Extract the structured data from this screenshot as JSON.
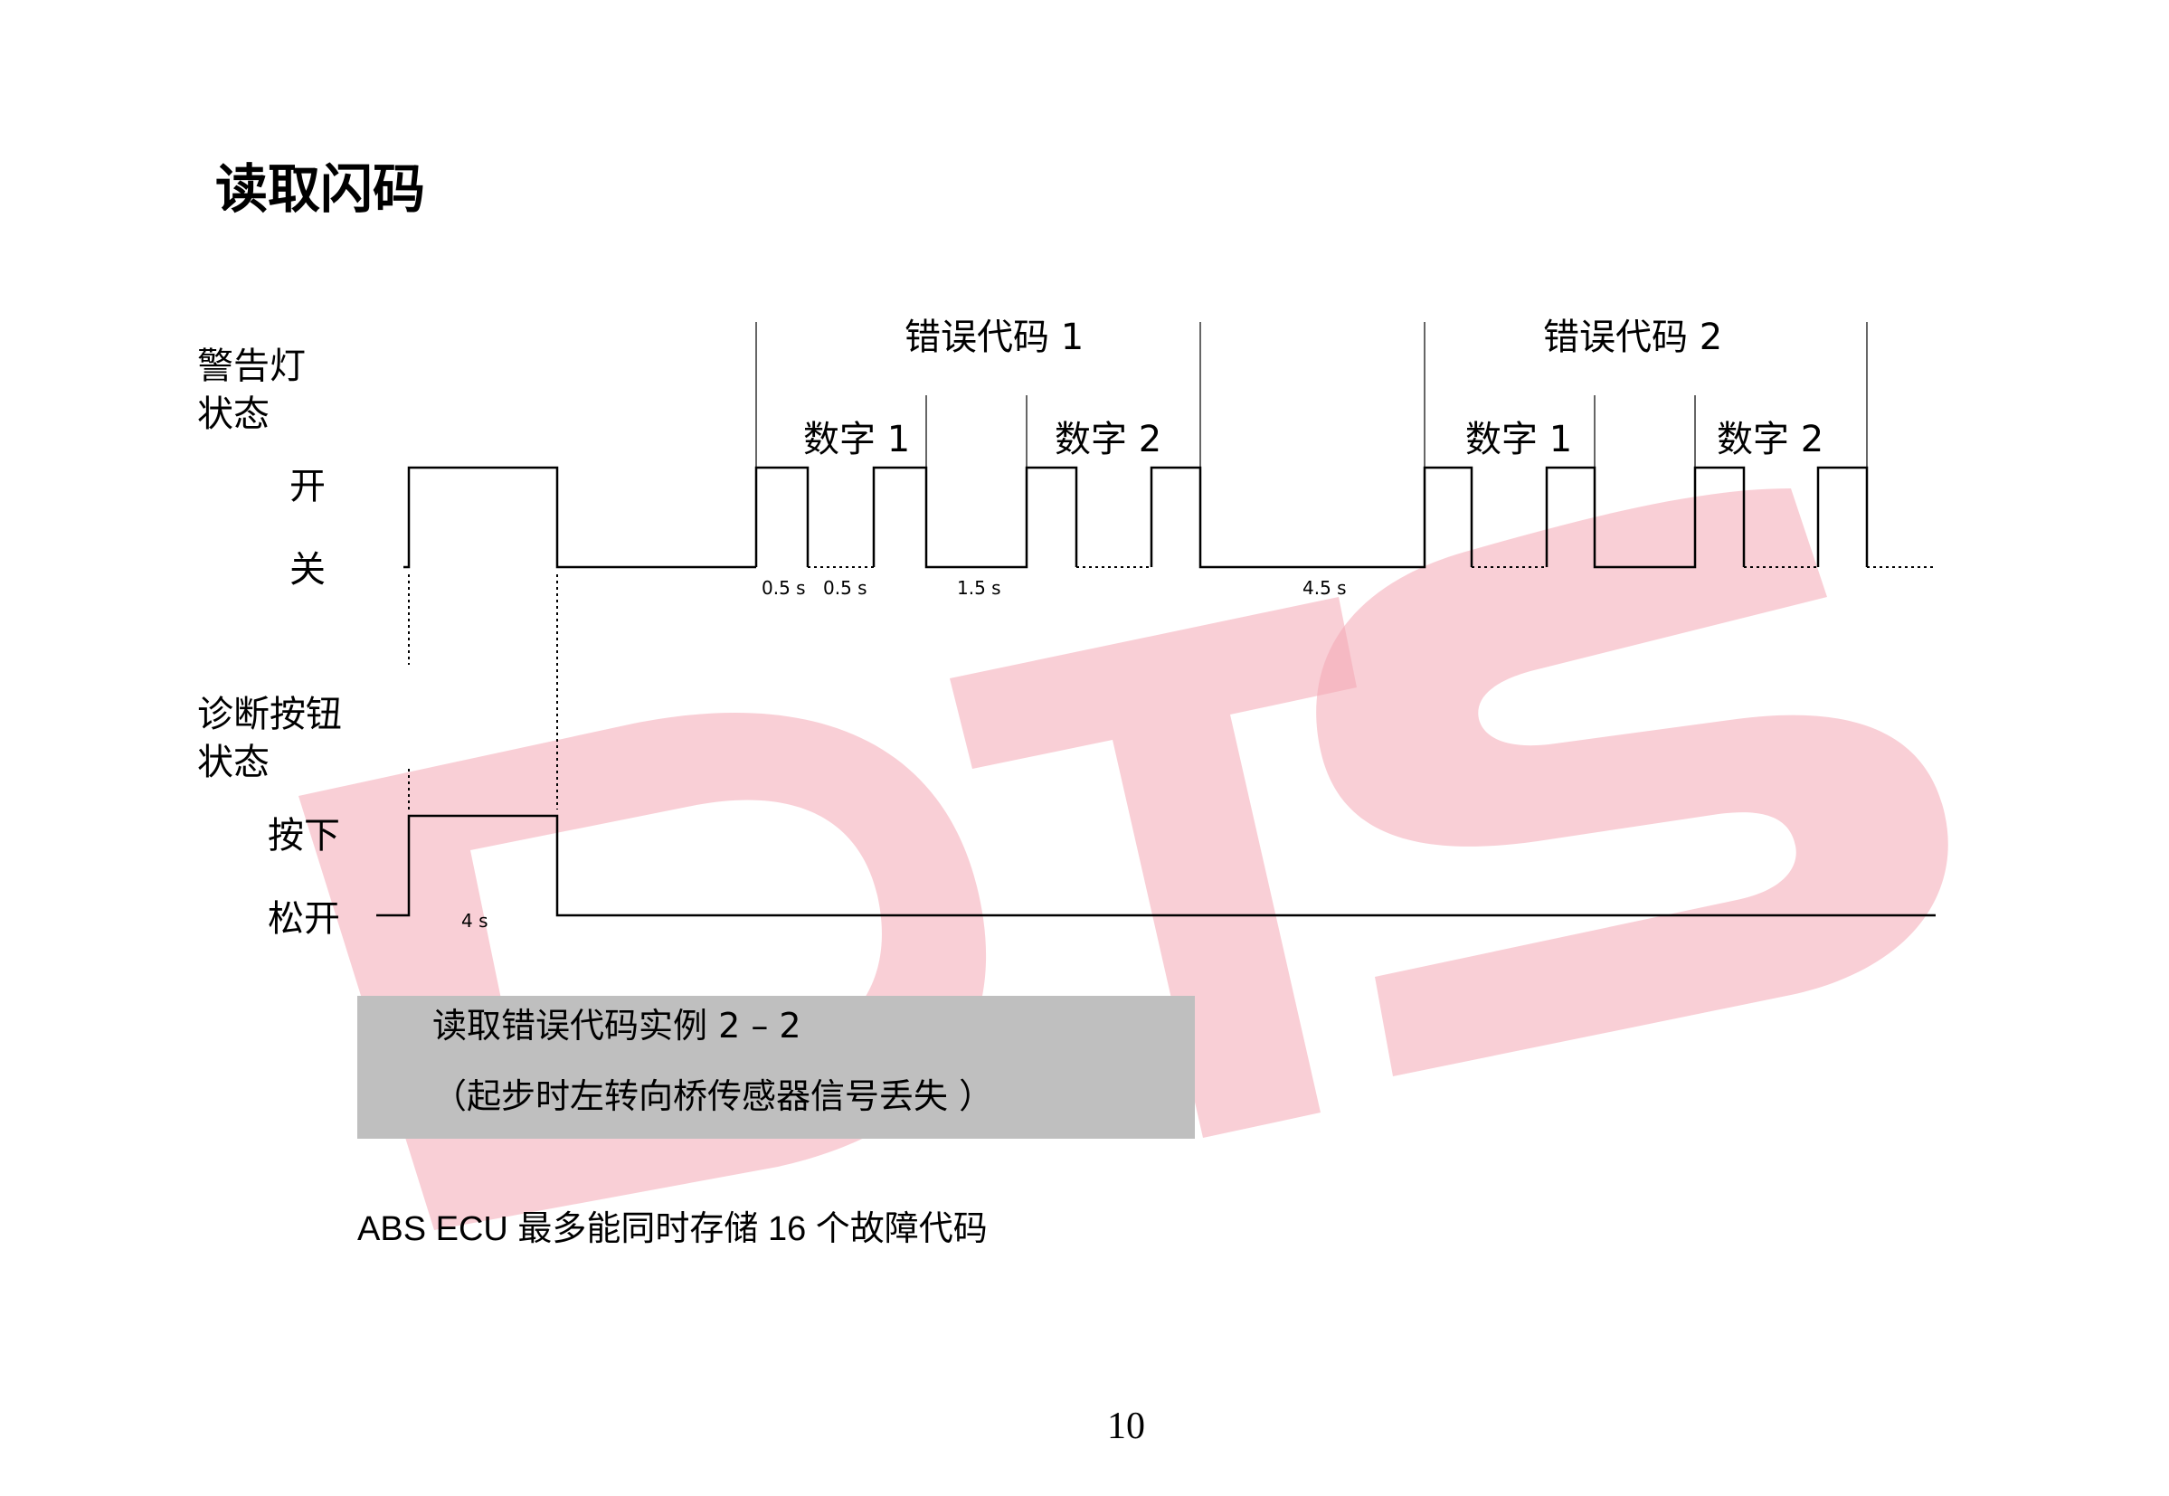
{
  "title": "读取闪码",
  "labels": {
    "warning_line1": "警告灯",
    "warning_line2": "状态",
    "on": "开",
    "off": "关",
    "button_line1": "诊断按钮",
    "button_line2": "状态",
    "pressed": "按下",
    "released": "松开"
  },
  "headers": {
    "code1": "错误代码 1",
    "code2": "错误代码 2",
    "c1_digit1": "数字 1",
    "c1_digit2": "数字 2",
    "c2_digit1": "数字 1",
    "c2_digit2": "数字 2"
  },
  "timings": {
    "t_on": "0.5 s",
    "t_off": "0.5 s",
    "t_digit_gap": "1.5 s",
    "t_code_gap": "4.5 s",
    "t_press": "4 s"
  },
  "caption": {
    "line1": "读取错误代码实例   2 – 2",
    "line2": "（起步时左转向桥传感器信号丢失 ）"
  },
  "note": "ABS ECU 最多能同时存储 16 个故障代码",
  "watermark": "DTS",
  "page_number": "10",
  "colors": {
    "watermark": "#f4a7b4",
    "caption_bg": "#bfbfbf",
    "line": "#000000"
  }
}
